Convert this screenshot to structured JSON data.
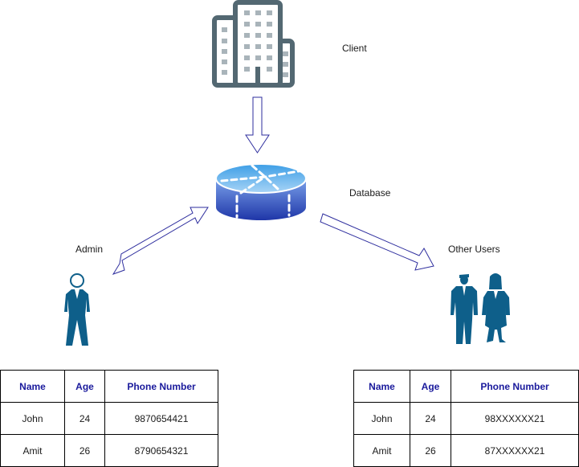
{
  "nodes": {
    "client": {
      "label": "Client",
      "icon": "office-building-icon"
    },
    "database": {
      "label": "Database",
      "icon": "database-icon"
    },
    "admin": {
      "label": "Admin",
      "icon": "admin-person-icon"
    },
    "other_users": {
      "label": "Other Users",
      "icon": "business-people-icon"
    }
  },
  "edges": [
    {
      "from": "client",
      "to": "database",
      "type": "one-way"
    },
    {
      "from": "admin",
      "to": "database",
      "type": "two-way"
    },
    {
      "from": "database",
      "to": "other_users",
      "type": "one-way"
    }
  ],
  "colors": {
    "building": "#536872",
    "building_windows": "#a9b4ba",
    "arrow_stroke": "#2e2e9e",
    "person": "#0e5f8a",
    "db_top": "#5ab0ea",
    "db_side_top": "#6d8fe0",
    "db_side_bottom": "#1f36a8",
    "header_text": "#1a1a9c"
  },
  "admin_table": {
    "headers": [
      "Name",
      "Age",
      "Phone Number"
    ],
    "rows": [
      [
        "John",
        "24",
        "9870654421"
      ],
      [
        "Amit",
        "26",
        "8790654321"
      ]
    ]
  },
  "other_users_table": {
    "headers": [
      "Name",
      "Age",
      "Phone Number"
    ],
    "rows": [
      [
        "John",
        "24",
        "98XXXXXX21"
      ],
      [
        "Amit",
        "26",
        "87XXXXXX21"
      ]
    ]
  }
}
